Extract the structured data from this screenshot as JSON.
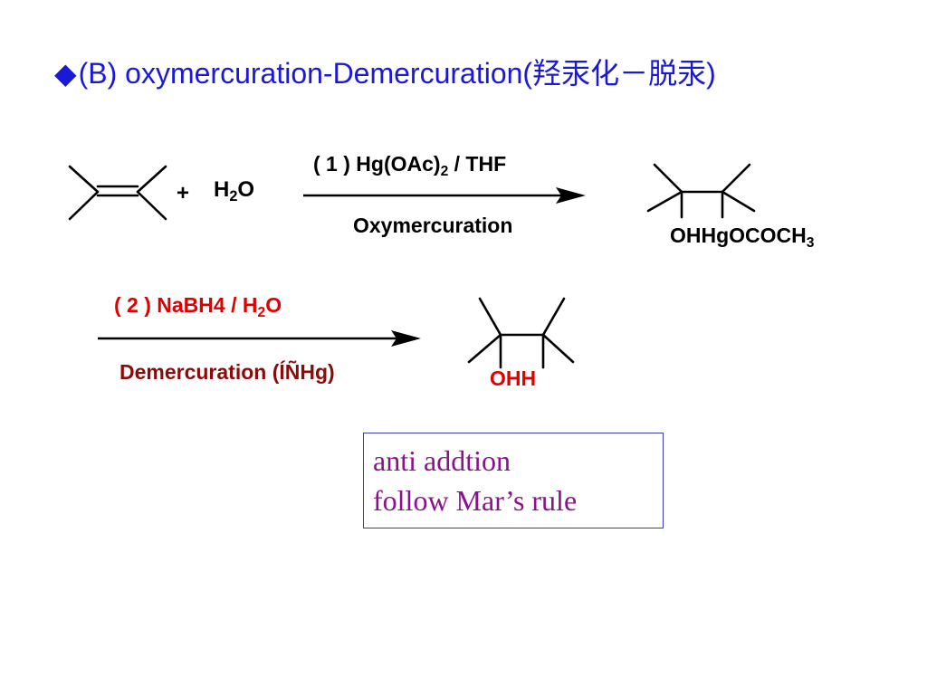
{
  "slide": {
    "title": {
      "bullet": "◆",
      "text": "(B) oxymercuration-Demercuration(羟汞化－脱汞)"
    },
    "step1": {
      "plus": "+",
      "water_h": "H",
      "water_sub": "2",
      "water_o": "O",
      "reagent_prefix": "( 1 )  Hg(OAc)",
      "reagent_sub": "2",
      "reagent_suffix": " / THF",
      "name": "Oxymercuration",
      "product_label_main": "OHHgOCOCH",
      "product_label_sub": "3"
    },
    "step2": {
      "reagent_prefix": "( 2 )  NaBH4 / H",
      "reagent_sub": "2",
      "reagent_suffix": "O",
      "name": "Demercuration (ÍÑHg)",
      "product_label": "OHH"
    },
    "note": {
      "line1": "anti addtion",
      "line2": "follow Mar’s rule"
    },
    "colors": {
      "title": "#1a1ad6",
      "reagent2": "#e00000",
      "demercuration": "#8b0a0a",
      "note_text": "#8a128a",
      "note_border": "#3a3aa8"
    }
  }
}
